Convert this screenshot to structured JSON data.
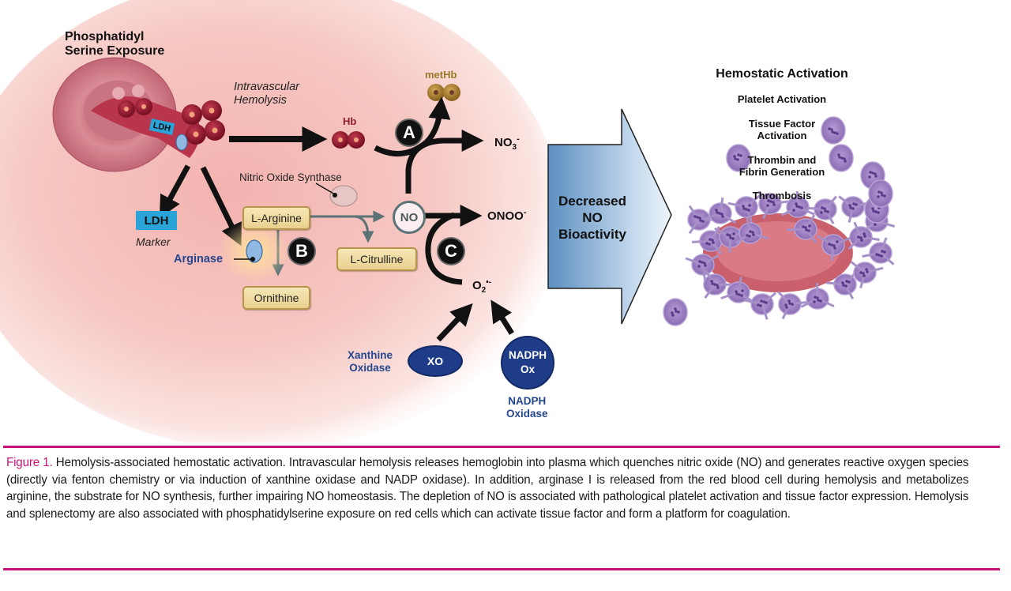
{
  "figure": {
    "left_panel": {
      "ps_exposure": [
        "Phosphatidyl",
        "Serine Exposure"
      ],
      "hemolysis": [
        "Intravascular",
        "Hemolysis"
      ],
      "ldh_tag_on_cell": "LDH",
      "ldh_marker_box": "LDH",
      "ldh_marker_caption": "Marker",
      "arginase_label": "Arginase",
      "nos_label": "Nitric Oxide Synthase",
      "hb_label": "Hb",
      "methb_label": "metHb",
      "no3_label": "NO",
      "no3_sub": "3",
      "no3_sup": "-",
      "onoo_label": "ONOO",
      "onoo_sup": "-",
      "o2_label": "O",
      "o2_sub": "2",
      "o2_sup": "•-",
      "no_node": "NO",
      "boxes": {
        "l_arginine": "L-Arginine",
        "l_citrulline": "L-Citrulline",
        "ornithine": "Ornithine"
      },
      "badges": {
        "a": "A",
        "b": "B",
        "c": "C"
      },
      "xo": {
        "node": "XO",
        "label": [
          "Xanthine",
          "Oxidase"
        ]
      },
      "nadph": {
        "node": [
          "NADPH",
          "Ox"
        ],
        "label": [
          "NADPH",
          "Oxidase"
        ]
      }
    },
    "center_arrow": [
      "Decreased",
      "NO",
      "Bioactivity"
    ],
    "right_panel": {
      "title": "Hemostatic Activation",
      "items": [
        [
          "Platelet Activation"
        ],
        [
          "Tissue Factor",
          "Activation"
        ],
        [
          "Thrombin and",
          "Fibrin Generation"
        ],
        [
          "Thrombosis"
        ]
      ]
    }
  },
  "caption": {
    "label": "Figure 1.",
    "text": " Hemolysis-associated hemostatic activation. Intravascular hemolysis releases hemoglobin into plasma which quenches nitric oxide (NO) and generates reactive oxygen species (directly via fenton chemistry or via induction of xanthine oxidase and NADP oxidase). In addition, arginase I is released from the red blood cell during hemolysis and metabolizes arginine, the substrate for NO synthesis, further impairing NO homeostasis. The depletion of NO is associated with pathological platelet activation and tissue factor expression. Hemolysis and splenectomy are also associated with phosphatidylserine exposure on red cells which can activate tissue factor and form a platform for coagulation."
  },
  "colors": {
    "accent_rule": "#c6127a",
    "blue_label": "#24478f",
    "hb_red": "#8f1c2e",
    "methb_gold": "#9a7a2a"
  }
}
